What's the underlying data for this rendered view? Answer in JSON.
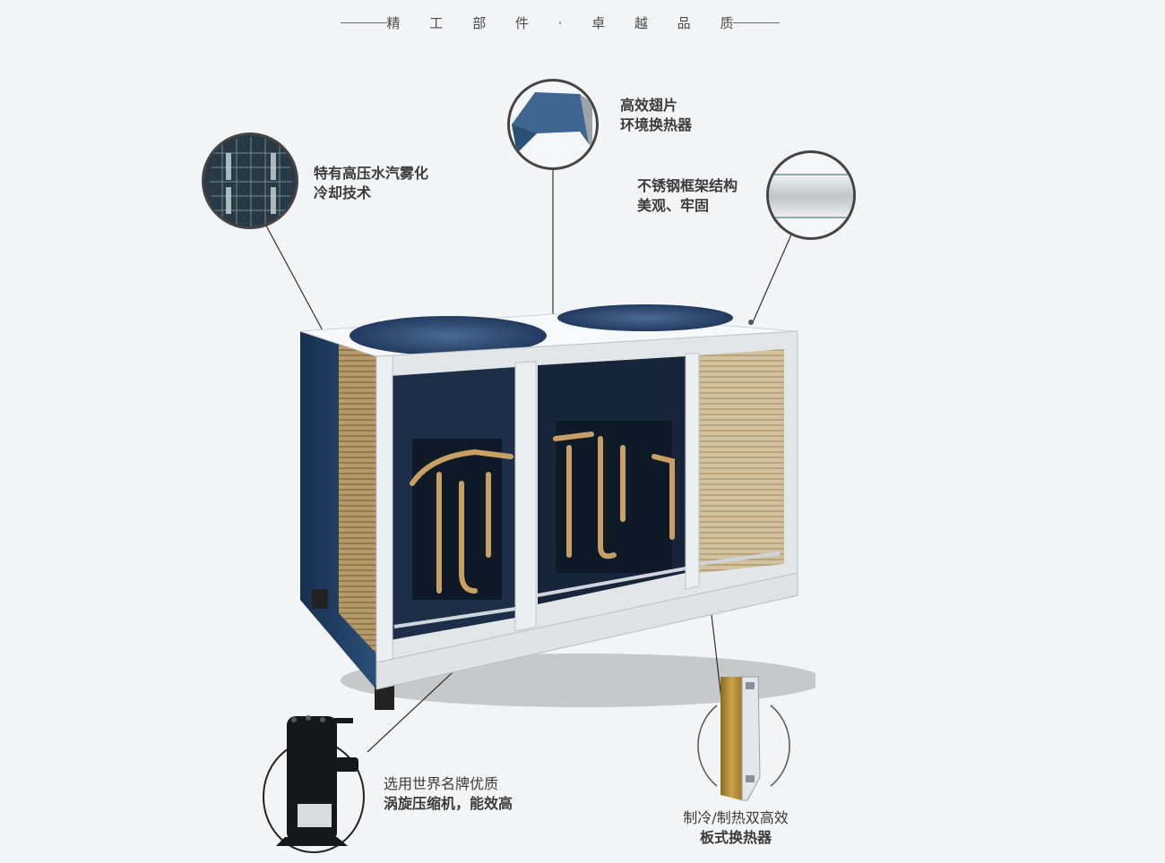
{
  "header": {
    "title": "精 工 部 件 · 卓 越 品 质"
  },
  "callouts": [
    {
      "id": "spray-cooling",
      "line1": "特有高压水汽雾化",
      "line2": "冷却技术"
    },
    {
      "id": "fin-exchanger",
      "line1": "高效翅片",
      "line2": "环境换热器"
    },
    {
      "id": "steel-frame",
      "line1": "不锈钢框架结构",
      "line2": "美观、牢固"
    },
    {
      "id": "scroll-compressor",
      "line1": "选用世界名牌优质",
      "line2": "涡旋压缩机，能效高"
    },
    {
      "id": "plate-exchanger",
      "line1": "制冷/制热双高效",
      "line2": "板式换热器"
    }
  ],
  "colors": {
    "background": "#f3f4f6",
    "text": "#3b3b3b",
    "frame": "#e6e8ea",
    "coil_blue": "#1f3a5a",
    "copper": "#c9a063",
    "fan_blue": "#2c4a72"
  }
}
